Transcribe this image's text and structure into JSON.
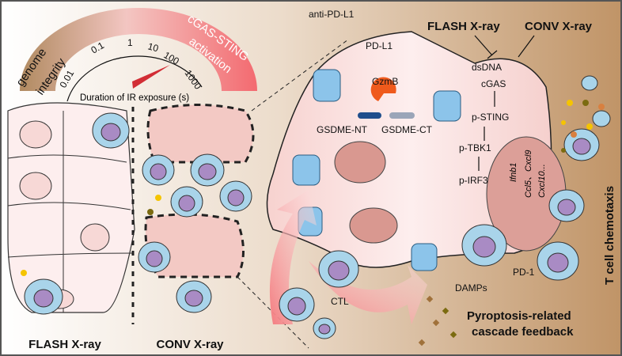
{
  "gauge": {
    "left_label_line1": "genome",
    "left_label_line2": "integrity",
    "right_label_line1": "cGAS-STING",
    "right_label_line2": "activation",
    "axis_title": "Duration of IR exposure (s)",
    "ticks": [
      "0.01",
      "0.1",
      "1",
      "10",
      "100",
      "1000"
    ]
  },
  "left_panel": {
    "flash_label": "FLASH X-ray",
    "conv_label": "CONV X-ray"
  },
  "tumor_cell": {
    "anti_pdl1": "anti-PD-L1",
    "pdl1": "PD-L1",
    "gzmb": "GzmB",
    "gsdme_nt": "GSDME-NT",
    "gsdme_ct": "GSDME-CT"
  },
  "pathway": {
    "flash": "FLASH X-ray",
    "conv": "CONV X-ray",
    "steps": [
      "dsDNA",
      "cGAS",
      "p-STING",
      "p-TBK1",
      "p-IRF3"
    ],
    "genes": [
      "Ifnb1",
      "Ccl5、Cxcl9",
      "Cxcl10..."
    ]
  },
  "immune": {
    "ctl": "CTL",
    "pd1": "PD-1",
    "damps": "DAMPs",
    "feedback_line1": "Pyroptosis-related",
    "feedback_line2": "cascade feedback",
    "chemotaxis": "T cell chemotaxis"
  },
  "colors": {
    "tan": "#c49a6c",
    "pink": "#f7d6d4",
    "red": "#e23b3b",
    "blue": "#8fc8e8",
    "nucleus": "#a98bc4"
  }
}
